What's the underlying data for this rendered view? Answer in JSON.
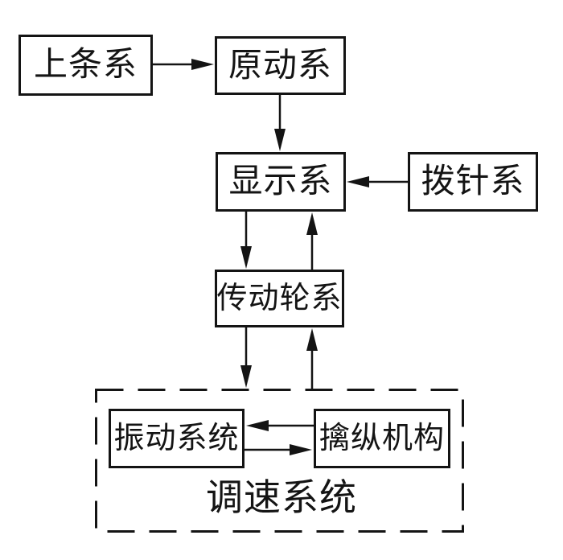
{
  "diagram": {
    "title": "watch-movement-block-diagram",
    "colors": {
      "stroke": "#141414",
      "background": "#ffffff"
    },
    "nodes": [
      {
        "id": "shangtiaoxi",
        "label": "上条系"
      },
      {
        "id": "yuandongxi",
        "label": "原动系"
      },
      {
        "id": "xianshixi",
        "label": "显示系"
      },
      {
        "id": "bozhenxi",
        "label": "拨针系"
      },
      {
        "id": "chuandonglunxi",
        "label": "传动轮系"
      },
      {
        "id": "zhendongxitong",
        "label": "振动系统"
      },
      {
        "id": "qinzongjigou",
        "label": "擒纵机构"
      }
    ],
    "group": {
      "id": "tiaosuxitong",
      "label": "调速系统",
      "border": "dashed",
      "contains": [
        "zhendongxitong",
        "qinzongjigou"
      ]
    },
    "edges": [
      {
        "from": "shangtiaoxi",
        "to": "yuandongxi"
      },
      {
        "from": "yuandongxi",
        "to": "xianshixi"
      },
      {
        "from": "bozhenxi",
        "to": "xianshixi"
      },
      {
        "from": "xianshixi",
        "to": "chuandonglunxi"
      },
      {
        "from": "chuandonglunxi",
        "to": "xianshixi"
      },
      {
        "from": "chuandonglunxi",
        "to": "tiaosuxitong"
      },
      {
        "from": "tiaosuxitong",
        "to": "chuandonglunxi"
      },
      {
        "from": "qinzongjigou",
        "to": "zhendongxitong"
      },
      {
        "from": "zhendongxitong",
        "to": "qinzongjigou"
      }
    ]
  }
}
